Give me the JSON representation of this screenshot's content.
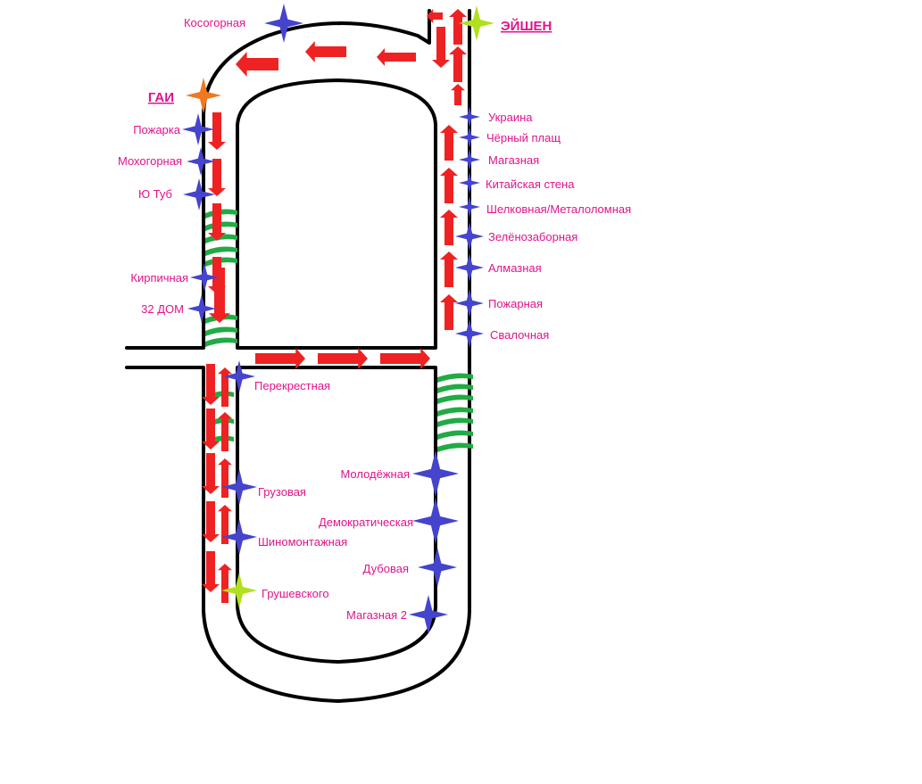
{
  "colors": {
    "road": "#000000",
    "arrow": "#ee2222",
    "stop": "#4444cc",
    "terminal_green": "#b0e020",
    "terminal_orange": "#f07820",
    "crossing": "#22aa44",
    "label": "#e0148c"
  },
  "stops": {
    "kosogornaya": "Косогорная",
    "eishen": "ЭЙШЕН",
    "gai": "ГАИ",
    "pozharka": "Пожарка",
    "mokhogornaya": "Мохогорная",
    "yu_tub": "Ю Туб",
    "kirpichnaya": "Кирпичная",
    "dom32": "32 ДОМ",
    "perekrestnaya": "Перекрестная",
    "gruzovaya": "Грузовая",
    "shinomontazhnaya": "Шиномонтажная",
    "grushevskogo": "Грушевского",
    "ukraina": "Украина",
    "cherny_plashch": "Чёрный плащ",
    "magaznaya": "Магазная",
    "kitaiskaya_stena": "Китайская стена",
    "shelkovnaya": "Шелковная/Металоломная",
    "zelenozabornaya": "Зелёнозаборная",
    "almaznaya": "Алмазная",
    "pozharnaya": "Пожарная",
    "svalochnaya": "Свалочная",
    "molodezhnaya": "Молодёжная",
    "demokraticheskaya": "Демократическая",
    "dubovaya": "Дубовая",
    "magaznaya2": "Магазная 2"
  }
}
